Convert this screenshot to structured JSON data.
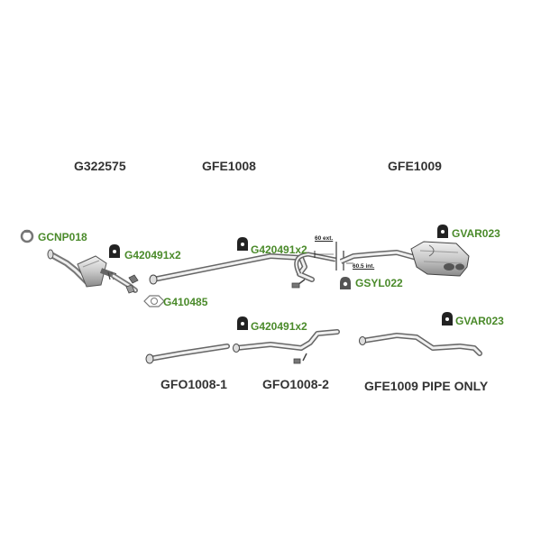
{
  "titles": {
    "cat_converter": "G322575",
    "front_pipe": "GFE1008",
    "rear_silencer": "GFE1009",
    "part_1": "GFO1008-1",
    "part_2": "GFO1008-2",
    "pipe_only": "GFE1009 PIPE ONLY"
  },
  "parts": {
    "clamp_front": "GCNP018",
    "hanger_cat": "G420491x2",
    "gasket": "G410485",
    "hanger_pipe": "G420491x2",
    "hanger_silencer": "GVAR023",
    "sleeve": "GSYL022",
    "hanger_lower_pipe": "G420491x2",
    "hanger_pipe_only": "GVAR023"
  },
  "notes": {
    "ext_size": "60 ext.",
    "int_size": "60.5 int."
  },
  "colors": {
    "part_code": "#4a8a2a",
    "title": "#333333",
    "line": "#555555"
  }
}
